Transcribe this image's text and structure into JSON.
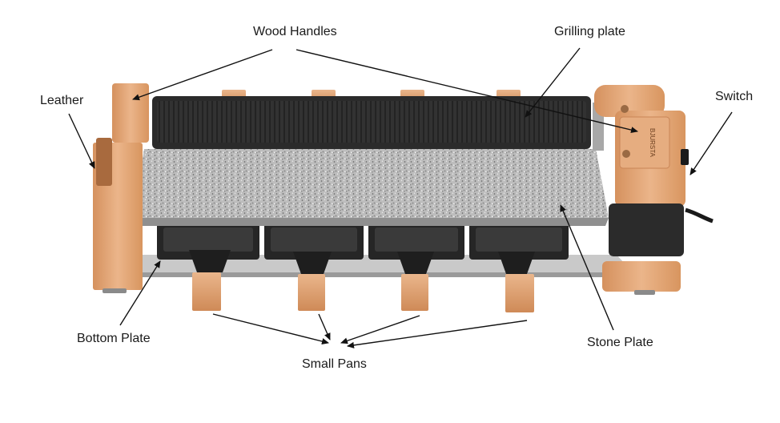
{
  "labels": {
    "wood_handles": "Wood Handles",
    "grilling_plate": "Grilling plate",
    "leather": "Leather",
    "switch": "Switch",
    "bottom_plate": "Bottom Plate",
    "small_pans": "Small Pans",
    "stone_plate": "Stone Plate"
  },
  "brand_mark": "BJURSTA",
  "colors": {
    "wood": "#e2a576",
    "wood_dark": "#c98556",
    "grill": "#2e2e2e",
    "stone": "#b9b9b9",
    "pan": "#262626",
    "metal": "#b8b8b8",
    "arrow": "#111111"
  }
}
